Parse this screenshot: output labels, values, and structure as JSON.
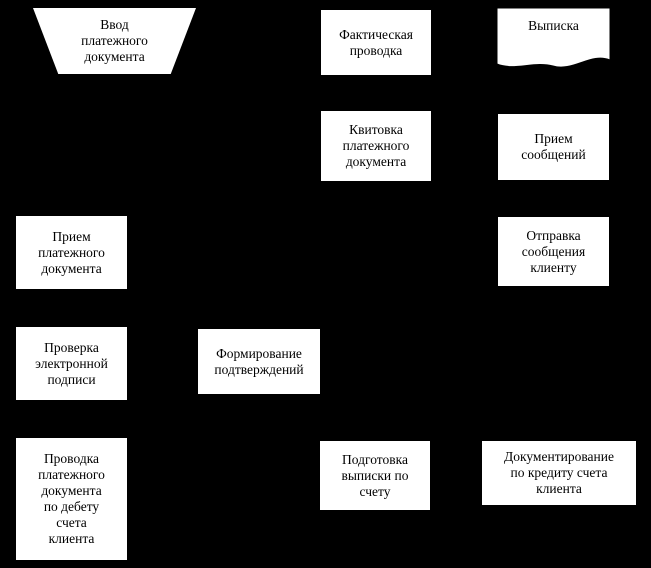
{
  "diagram": {
    "colors": {
      "background": "#000000",
      "node_fill": "#ffffff",
      "node_text": "#000000"
    },
    "nodes": [
      {
        "id": "input-document",
        "shape": "trapezoid",
        "label": "Ввод\nплатежного\nдокумента"
      },
      {
        "id": "actual-posting",
        "shape": "rect",
        "label": "Фактическая\nпроводка"
      },
      {
        "id": "statement",
        "shape": "document",
        "label": "Выписка"
      },
      {
        "id": "payment-matching",
        "shape": "rect",
        "label": "Квитовка\nплатежного\nдокумента"
      },
      {
        "id": "receive-messages",
        "shape": "rect",
        "label": "Прием\nсообщений"
      },
      {
        "id": "receive-payment-doc",
        "shape": "rect",
        "label": "Прием\nплатежного\nдокумента"
      },
      {
        "id": "send-client-message",
        "shape": "rect",
        "label": "Отправка\nсообщения\nклиенту"
      },
      {
        "id": "verify-signature",
        "shape": "rect",
        "label": "Проверка\nэлектронной\nподписи"
      },
      {
        "id": "form-confirmations",
        "shape": "rect",
        "label": "Формирование\nподтверждений"
      },
      {
        "id": "debit-posting",
        "shape": "rect",
        "label": "Проводка\nплатежного\nдокумента\nпо дебету\nсчета\nклиента"
      },
      {
        "id": "prepare-statement",
        "shape": "rect",
        "label": "Подготовка\nвыписки по\nсчету"
      },
      {
        "id": "credit-documentation",
        "shape": "rect",
        "label": "Документирование\nпо кредиту счета\nклиента"
      }
    ]
  }
}
